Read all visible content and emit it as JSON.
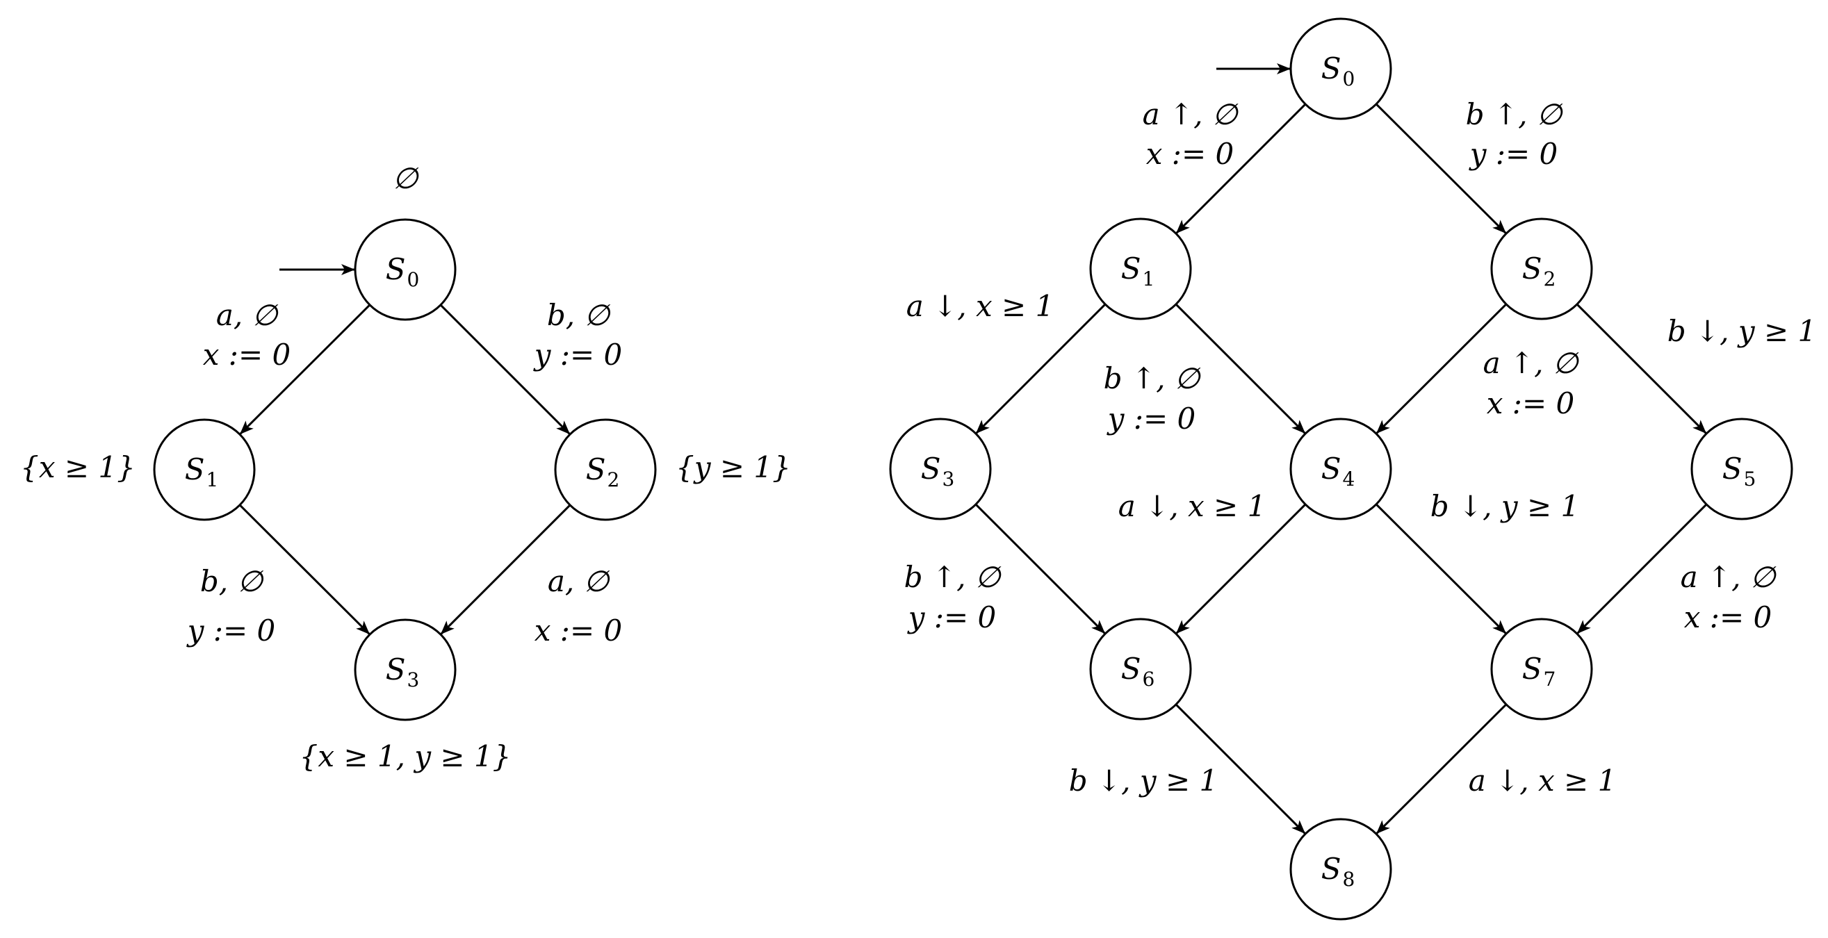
{
  "diagrams": [
    {
      "id": "left",
      "nodes": [
        {
          "id": "S0",
          "letter": "S",
          "sub": "0",
          "initial": true
        },
        {
          "id": "S1",
          "letter": "S",
          "sub": "1"
        },
        {
          "id": "S2",
          "letter": "S",
          "sub": "2"
        },
        {
          "id": "S3",
          "letter": "S",
          "sub": "3"
        }
      ],
      "edges": [
        {
          "from": "S0",
          "to": "S1",
          "lines": [
            "a, ∅",
            "x := 0"
          ]
        },
        {
          "from": "S0",
          "to": "S2",
          "lines": [
            "b, ∅",
            "y := 0"
          ]
        },
        {
          "from": "S1",
          "to": "S3",
          "lines": [
            "b, ∅",
            "y := 0"
          ]
        },
        {
          "from": "S2",
          "to": "S3",
          "lines": [
            "a, ∅",
            "x := 0"
          ]
        }
      ],
      "invariants": [
        {
          "node": "S0",
          "text": "∅"
        },
        {
          "node": "S1",
          "text": "{x ≥ 1}"
        },
        {
          "node": "S2",
          "text": "{y ≥ 1}"
        },
        {
          "node": "S3",
          "text": "{x ≥ 1,  y ≥ 1}"
        }
      ]
    },
    {
      "id": "right",
      "nodes": [
        {
          "id": "S0",
          "letter": "S",
          "sub": "0",
          "initial": true
        },
        {
          "id": "S1",
          "letter": "S",
          "sub": "1"
        },
        {
          "id": "S2",
          "letter": "S",
          "sub": "2"
        },
        {
          "id": "S3",
          "letter": "S",
          "sub": "3"
        },
        {
          "id": "S4",
          "letter": "S",
          "sub": "4"
        },
        {
          "id": "S5",
          "letter": "S",
          "sub": "5"
        },
        {
          "id": "S6",
          "letter": "S",
          "sub": "6"
        },
        {
          "id": "S7",
          "letter": "S",
          "sub": "7"
        },
        {
          "id": "S8",
          "letter": "S",
          "sub": "8"
        }
      ],
      "edges": [
        {
          "from": "S0",
          "to": "S1",
          "lines": [
            "a ↑, ∅",
            "x := 0"
          ]
        },
        {
          "from": "S0",
          "to": "S2",
          "lines": [
            "b ↑, ∅",
            "y := 0"
          ]
        },
        {
          "from": "S1",
          "to": "S3",
          "lines": [
            "a ↓, x ≥ 1"
          ]
        },
        {
          "from": "S1",
          "to": "S4",
          "lines": [
            "b ↑, ∅",
            "y := 0"
          ]
        },
        {
          "from": "S2",
          "to": "S4",
          "lines": [
            "a ↑, ∅",
            "x := 0"
          ]
        },
        {
          "from": "S2",
          "to": "S5",
          "lines": [
            "b ↓, y ≥ 1"
          ]
        },
        {
          "from": "S3",
          "to": "S6",
          "lines": [
            "b ↑, ∅",
            "y := 0"
          ]
        },
        {
          "from": "S4",
          "to": "S6",
          "lines": [
            "a ↓, x ≥ 1"
          ]
        },
        {
          "from": "S4",
          "to": "S7",
          "lines": [
            "b ↓, y ≥ 1"
          ]
        },
        {
          "from": "S5",
          "to": "S7",
          "lines": [
            "a ↑, ∅",
            "x := 0"
          ]
        },
        {
          "from": "S6",
          "to": "S8",
          "lines": [
            "b ↓, y ≥ 1"
          ]
        },
        {
          "from": "S7",
          "to": "S8",
          "lines": [
            "a ↓, x ≥ 1"
          ]
        }
      ],
      "invariants": []
    }
  ]
}
